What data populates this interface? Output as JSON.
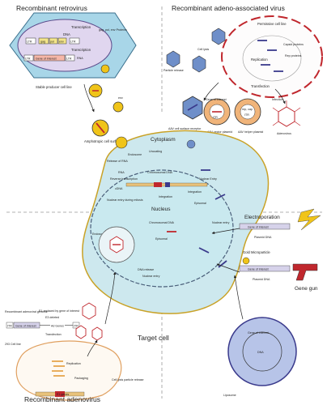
{
  "sections": {
    "retro": "Recombinant retrovirus",
    "aav": "Recombinant adeno-associated virus",
    "adeno": "Recombinant adenovirus",
    "target": "Target cell"
  },
  "compartments": {
    "cytoplasm": "Cytoplasm",
    "nucleus": "Nucleus"
  },
  "retro": {
    "dna": "DNA",
    "transcription": "Transcription",
    "ltr": "LTR",
    "gag": "gag",
    "pol": "pol",
    "env": "env",
    "gene": "Gene of interest",
    "rna": "RNA",
    "proteins": "gag, pol, env Proteins",
    "stable": "Stable producer cell line",
    "env_label": "env",
    "amphotropic": "Amphotropic cell surface receptor"
  },
  "aav": {
    "permissive": "Permissive cell line",
    "cell_lysis": "Cell lysis",
    "particle_release": "Particle release",
    "replication": "Replication",
    "rep_proteins": "Rep proteins",
    "capsid": "Capsid proteins",
    "transfection": "Transfection",
    "infection": "Infection",
    "gene": "Gene of interest",
    "itr": "ITR",
    "vector_plasmid": "AAV vector plasmid",
    "rep_cap": "rep, cap",
    "helper_plasmid": "AAV helper plasmid",
    "adenovirus": "Adenovirus",
    "receptor": "AAV cell surface receptor"
  },
  "cell": {
    "uncoating": "Uncoating",
    "endosome": "Endosome",
    "release_rna": "Release of RNA",
    "rna": "RNA",
    "reverse_transcription": "Reverse transcription",
    "cdna": "cDNA",
    "chromosomal_dna": "Chromosomal DNA",
    "integration": "Integration",
    "integration2": "Integration",
    "nuclear_entry": "Nuclear Entry",
    "episomal": "Episomal",
    "nuclear_entry_mitosis": "Nuclear entry during mitosis",
    "endosomal_uptake": "Endosomal uptake",
    "dna_release": "DNA release",
    "nuclear_entry2": "Nuclear entry",
    "episomal2": "Episomal",
    "chromosomal_dna2": "Chromosomal DNA",
    "nuclear_entry3": "Nuclear entry"
  },
  "electro": {
    "title": "Electroporation",
    "gene": "Gene of interest",
    "plasmid": "Plasmid DNA"
  },
  "genegun": {
    "micro": "Gold Microparticle",
    "gene": "Gene of interest",
    "plasmid": "Plasmid DNA",
    "title": "Gene gun"
  },
  "adeno": {
    "genome_label": "Recombinant adenoviral genome",
    "e1": "E1-replaced by gene of interest",
    "e3": "E3 deleted",
    "itr": "ITR",
    "gene": "Gene of interest",
    "ad_genes": "Ad Genes",
    "itr2": "ITR",
    "transfection": "Transfection",
    "cell_line": "293 Cell line",
    "replication": "Replication",
    "packaging": "Packaging",
    "e1_genes": "E1 genes",
    "lysis": "Cell lysis particle release"
  },
  "liposome": {
    "gene": "Gene of interest",
    "dna": "DNA",
    "label": "Liposome"
  },
  "colors": {
    "retro_cell": "#a8d6e8",
    "retro_nucleus": "#e0d6ef",
    "nucleus_fill": "#c9e9ef",
    "cell_fill": "#cde8ee",
    "accent_red": "#c0272d",
    "accent_purple": "#3a3a8c",
    "capsule_yellow": "#f0c419"
  }
}
